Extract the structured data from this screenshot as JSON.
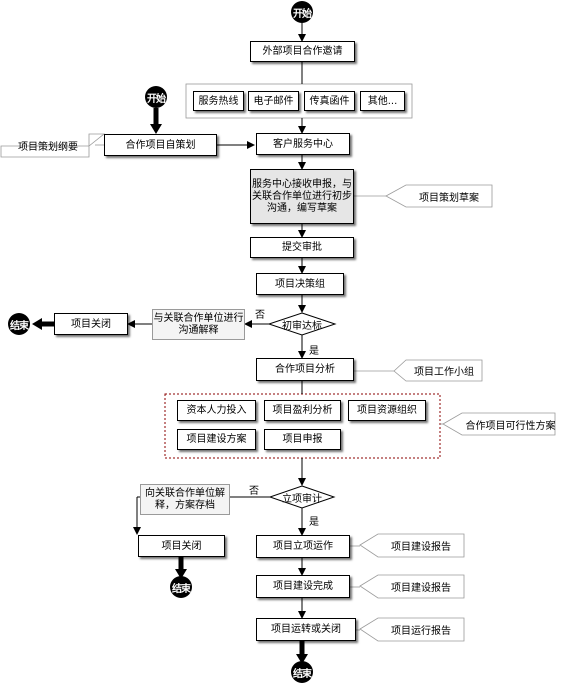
{
  "start": "开始",
  "end": "结束",
  "steps": {
    "invite": "外部项目合作邀请",
    "channels": [
      "服务热线",
      "电子邮件",
      "传真函件",
      "其他..."
    ],
    "self_plan": "合作项目自策划",
    "plan_outline": "项目策划纲要",
    "service_center": "客户服务中心",
    "receive": "服务中心接收申报，与关联合作单位进行初步沟通，编写草案",
    "draft": "项目策划草案",
    "submit": "提交审批",
    "decision": "项目决策组",
    "first_review": "初审达标",
    "explain1": "与关联合作单位进行沟通解释",
    "close1": "项目关闭",
    "analysis": "合作项目分析",
    "work_group": "项目工作小组",
    "analysis_items": [
      "资本人力投入",
      "项目盈利分析",
      "项目资源组织",
      "项目建设方案",
      "项目申报"
    ],
    "feasibility": "合作项目可行性方案",
    "approval": "立项审计",
    "explain2": "向关联合作单位解释，方案存档",
    "close2": "项目关闭",
    "operate": "项目立项运作",
    "report1": "项目建设报告",
    "complete": "项目建设完成",
    "report2": "项目建设报告",
    "transfer": "项目运转或关闭",
    "report3": "项目运行报告"
  },
  "labels": {
    "no": "否",
    "yes": "是"
  }
}
